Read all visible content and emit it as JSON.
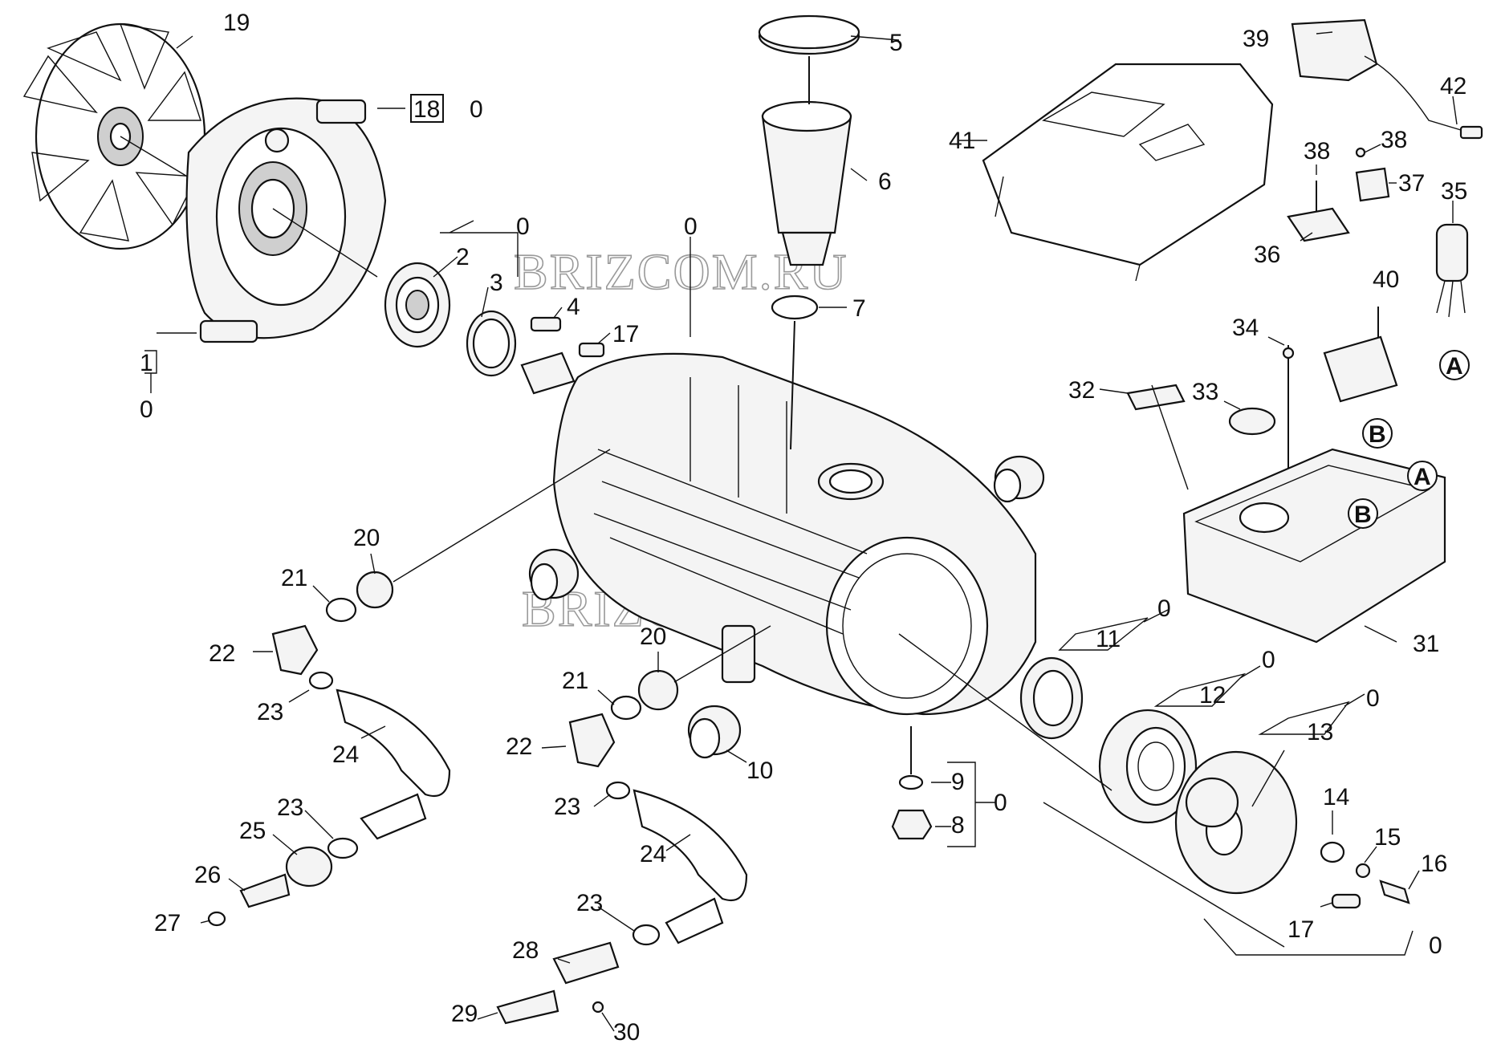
{
  "watermark": "BRIZCOM.RU",
  "callouts": {
    "c19": "19",
    "c18": "18",
    "c18b": "0",
    "c1": "1",
    "c1b": "0",
    "c0_top2": "0",
    "c2": "2",
    "c3": "3",
    "c4": "4",
    "c17a": "17",
    "c0_housing": "0",
    "c5": "5",
    "c6": "6",
    "c7": "7",
    "c20a": "20",
    "c21a": "21",
    "c22a": "22",
    "c23a": "23",
    "c24a": "24",
    "c23b": "23",
    "c25": "25",
    "c26": "26",
    "c27": "27",
    "c20b": "20",
    "c21b": "21",
    "c22b": "22",
    "c23c": "23",
    "c24b": "24",
    "c23d": "23",
    "c28": "28",
    "c29": "29",
    "c30": "30",
    "c10": "10",
    "c9": "9",
    "c8": "8",
    "c0_98": "0",
    "c11": "11",
    "c0_11": "0",
    "c12": "12",
    "c0_12": "0",
    "c13": "13",
    "c0_13": "0",
    "c14": "14",
    "c15": "15",
    "c16": "16",
    "c17b": "17",
    "c0_bottom": "0",
    "c39": "39",
    "c42": "42",
    "c41": "41",
    "c38a": "38",
    "c38b": "38",
    "c37": "37",
    "c36": "36",
    "c35": "35",
    "c40": "40",
    "c34": "34",
    "c32": "32",
    "c33": "33",
    "c31": "31"
  },
  "letters": {
    "a1": "A",
    "a2": "A",
    "b1": "B",
    "b2": "B"
  },
  "icons": {
    "fan": "fan-impeller-icon",
    "motor_cover": "motor-end-cover-icon",
    "housing": "pump-housing-icon",
    "terminal_box": "terminal-box-icon",
    "terminal_cover": "terminal-cover-icon"
  }
}
